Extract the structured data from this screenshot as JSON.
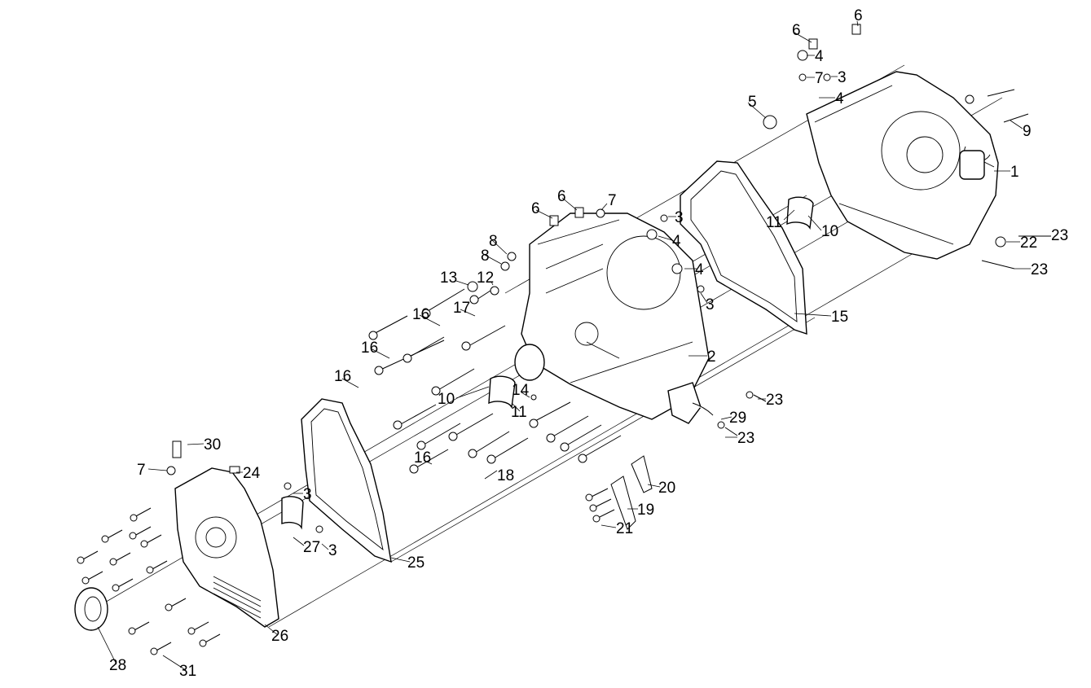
{
  "diagram": {
    "type": "exploded-parts-view",
    "callouts": [
      {
        "label": "6"
      },
      {
        "label": "6"
      },
      {
        "label": "4"
      },
      {
        "label": "7"
      },
      {
        "label": "3"
      },
      {
        "label": "5"
      },
      {
        "label": "4"
      },
      {
        "label": "9"
      },
      {
        "label": "1"
      },
      {
        "label": "22"
      },
      {
        "label": "23"
      },
      {
        "label": "23"
      },
      {
        "label": "11"
      },
      {
        "label": "10"
      },
      {
        "label": "15"
      },
      {
        "label": "6"
      },
      {
        "label": "6"
      },
      {
        "label": "7"
      },
      {
        "label": "3"
      },
      {
        "label": "4"
      },
      {
        "label": "8"
      },
      {
        "label": "8"
      },
      {
        "label": "4"
      },
      {
        "label": "13"
      },
      {
        "label": "12"
      },
      {
        "label": "3"
      },
      {
        "label": "16"
      },
      {
        "label": "17"
      },
      {
        "label": "2"
      },
      {
        "label": "16"
      },
      {
        "label": "16"
      },
      {
        "label": "14"
      },
      {
        "label": "10"
      },
      {
        "label": "11"
      },
      {
        "label": "23"
      },
      {
        "label": "29"
      },
      {
        "label": "23"
      },
      {
        "label": "30"
      },
      {
        "label": "7"
      },
      {
        "label": "24"
      },
      {
        "label": "3"
      },
      {
        "label": "16"
      },
      {
        "label": "18"
      },
      {
        "label": "20"
      },
      {
        "label": "19"
      },
      {
        "label": "21"
      },
      {
        "label": "27"
      },
      {
        "label": "3"
      },
      {
        "label": "25"
      },
      {
        "label": "26"
      },
      {
        "label": "28"
      },
      {
        "label": "31"
      }
    ]
  }
}
